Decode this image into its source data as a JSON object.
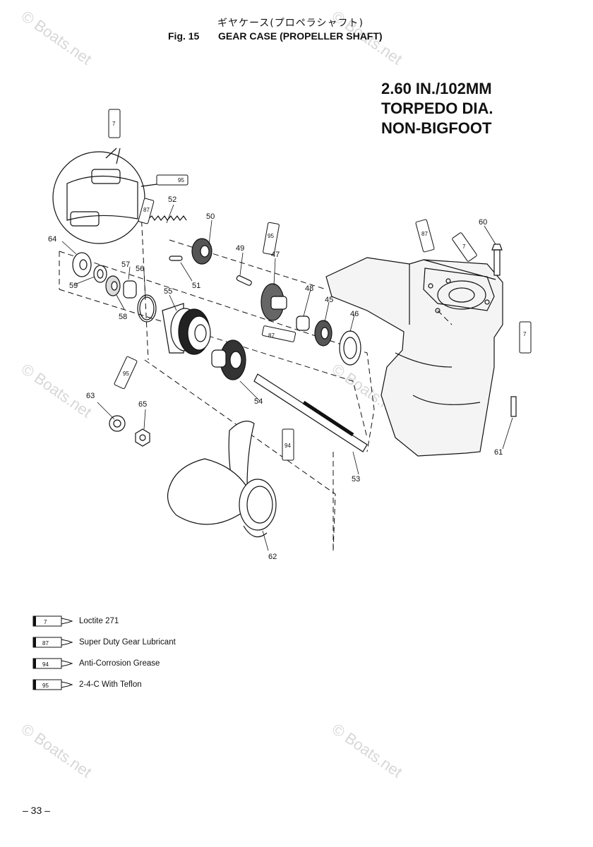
{
  "header": {
    "title_jp": "ギヤケース(プロペラシャフト)",
    "fig_number": "Fig. 15",
    "fig_title": "GEAR CASE (PROPELLER SHAFT)"
  },
  "spec": {
    "line1": "2.60 IN./102MM",
    "line2": "TORPEDO DIA.",
    "line3": "NON-BIGFOOT"
  },
  "parts": {
    "p45": "45",
    "p46": "46",
    "p47": "47",
    "p48": "48",
    "p49": "49",
    "p50": "50",
    "p51": "51",
    "p52": "52",
    "p53": "53",
    "p54": "54",
    "p55": "55",
    "p56": "56",
    "p57": "57",
    "p58": "58",
    "p59": "59",
    "p60": "60",
    "p61": "61",
    "p62": "62",
    "p63": "63",
    "p64": "64",
    "p65": "65"
  },
  "tubes": {
    "t7": "7",
    "t87": "87",
    "t94": "94",
    "t95": "95"
  },
  "legend": [
    {
      "code": "7",
      "label": "Loctite 271"
    },
    {
      "code": "87",
      "label": "Super Duty Gear Lubricant"
    },
    {
      "code": "94",
      "label": "Anti-Corrosion Grease"
    },
    {
      "code": "95",
      "label": "2-4-C With Teflon"
    }
  ],
  "page_number": "– 33 –",
  "watermark": "© Boats.net"
}
